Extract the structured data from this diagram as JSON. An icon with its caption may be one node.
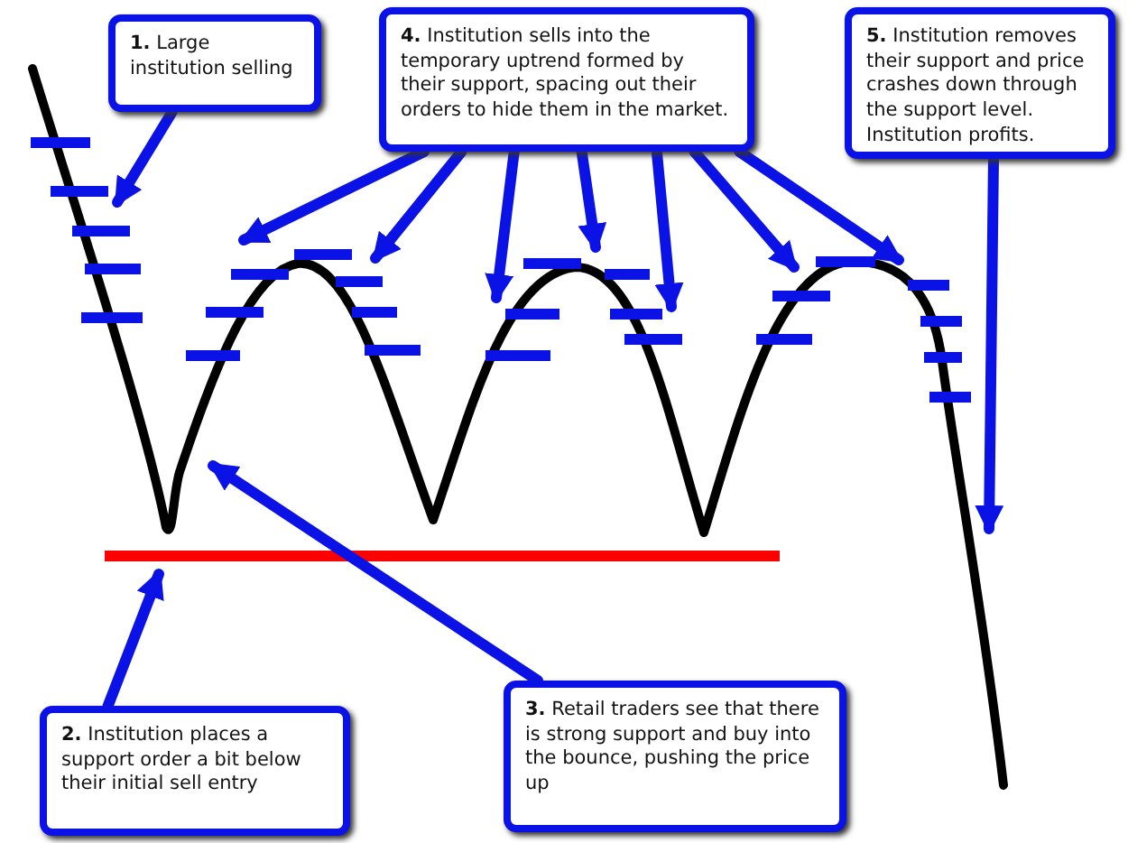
{
  "diagram": {
    "nodes": [
      {
        "text": [
          "**1.** Large institution selling"
        ]
      },
      {
        "text": [
          "**4.** Institution sells into the temporary uptrend formed by their support, spacing out their orders to hide them in the market."
        ]
      },
      {
        "text": [
          "**5.** Institution removes their support and price crashes down through the support level. Institution profits."
        ]
      },
      {
        "text": [
          "**2.** Institution places a support order a bit below their initial sell entry"
        ]
      },
      {
        "text": [
          "**3.** Retail traders see that there is strong support and buy into the bounce, pushing the price up"
        ]
      }
    ],
    "edges": [
      {
        "from": 0,
        "to": null,
        "arrow": "to"
      },
      {
        "from": 1,
        "to": null,
        "arrow": "to"
      },
      {
        "from": 1,
        "to": null,
        "arrow": "to"
      },
      {
        "from": 1,
        "to": null,
        "arrow": "to"
      },
      {
        "from": 1,
        "to": null,
        "arrow": "to"
      },
      {
        "from": 1,
        "to": null,
        "arrow": "to"
      },
      {
        "from": 1,
        "to": null,
        "arrow": "to"
      },
      {
        "from": 1,
        "to": null,
        "arrow": "to"
      },
      {
        "from": 2,
        "to": null,
        "arrow": "to"
      },
      {
        "from": 3,
        "to": null,
        "arrow": "to"
      },
      {
        "from": 4,
        "to": null,
        "arrow": "to"
      }
    ]
  }
}
